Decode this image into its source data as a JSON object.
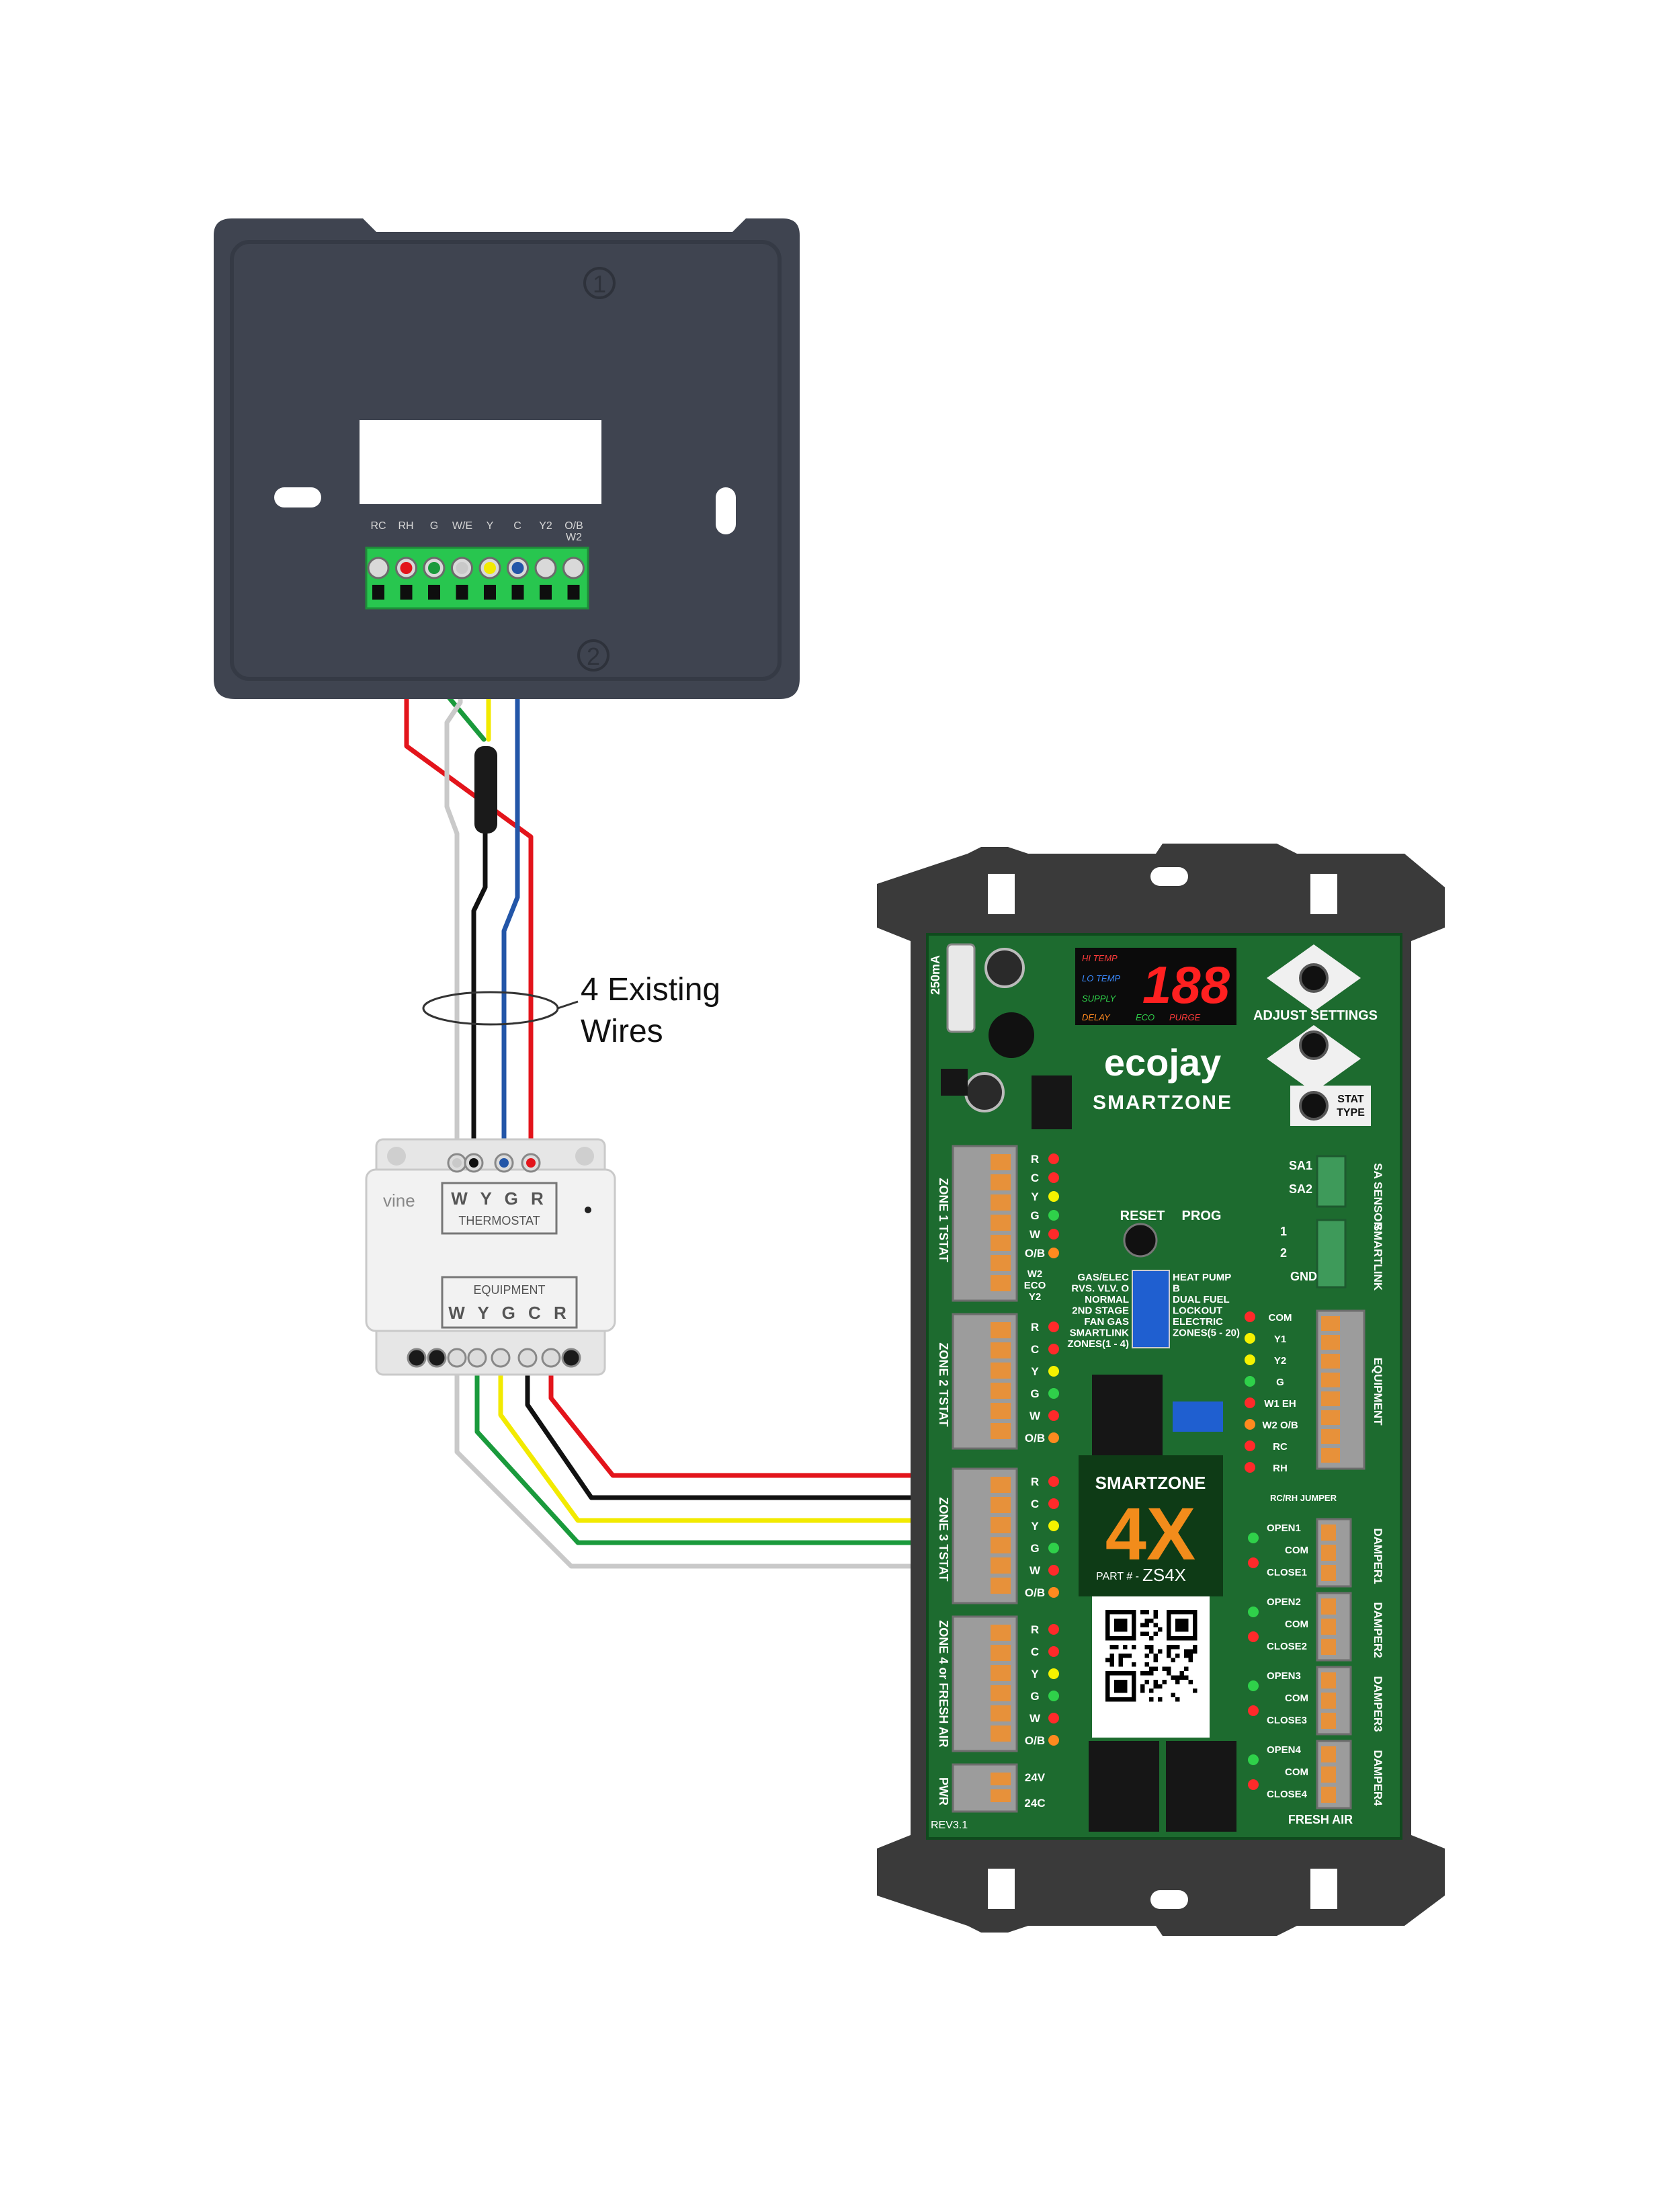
{
  "thermostat_plate": {
    "terminal_labels": [
      "RC",
      "RH",
      "G",
      "W/E",
      "Y",
      "C",
      "Y2",
      "O/B",
      "W2"
    ],
    "marker_top": "1",
    "marker_bottom": "2"
  },
  "annotation": {
    "line1": "4 Existing",
    "line2": "Wires"
  },
  "adapter": {
    "brand": "vine",
    "top_terminals": "W Y G R",
    "top_label": "THERMOSTAT",
    "bottom_label": "EQUIPMENT",
    "bottom_terminals": "W Y G C R"
  },
  "controller": {
    "brand": "ecojay",
    "product": "SMARTZONE",
    "display": "188",
    "status_leds": [
      "HI TEMP",
      "LO TEMP",
      "SUPPLY",
      "DELAY",
      "ECO",
      "PURGE"
    ],
    "buttons": {
      "adjust": "ADJUST",
      "settings": "SETTINGS",
      "stat_type_1": "STAT",
      "stat_type_2": "TYPE",
      "reset": "RESET",
      "prog": "PROG"
    },
    "fuse": "250mA",
    "zone_labels": [
      "ZONE 1 TSTAT",
      "ZONE 2 TSTAT",
      "ZONE 3 TSTAT",
      "ZONE 4 or FRESH AIR",
      "PWR"
    ],
    "zone_terminals": [
      "R",
      "C",
      "Y",
      "G",
      "W",
      "O/B"
    ],
    "zone1_extra": [
      "W2",
      "ECO",
      "Y2"
    ],
    "pwr_terminals": [
      "24V",
      "24C"
    ],
    "dip_left": [
      "GAS/ELEC",
      "RVS. VLV. O",
      "NORMAL",
      "2ND STAGE",
      "FAN GAS",
      "SMARTLINK",
      "ZONES(1 - 4)"
    ],
    "dip_right": [
      "HEAT PUMP",
      "B",
      "DUAL FUEL",
      "LOCKOUT",
      "ELECTRIC",
      "ZONES(5 - 20)"
    ],
    "sensor_labels": [
      "SA1",
      "SA2",
      "1",
      "2",
      "GND"
    ],
    "right_side_labels": [
      "SA SENSOR",
      "SMARTLINK",
      "EQUIPMENT",
      "DAMPER1",
      "DAMPER2",
      "DAMPER3",
      "DAMPER4"
    ],
    "equipment_terminals": [
      "COM",
      "Y1",
      "Y2",
      "G",
      "W1 EH",
      "W2 O/B",
      "RC",
      "RH"
    ],
    "jumper": "RC/RH JUMPER",
    "damper_terminals": [
      [
        "OPEN1",
        "COM",
        "CLOSE1"
      ],
      [
        "OPEN2",
        "COM",
        "CLOSE2"
      ],
      [
        "OPEN3",
        "COM",
        "CLOSE3"
      ],
      [
        "OPEN4",
        "COM",
        "CLOSE4"
      ]
    ],
    "fresh_air": "FRESH AIR",
    "badge_brand": "SMARTZONE",
    "badge_model": "4X",
    "part_label": "PART # -",
    "part_number": "ZS4X",
    "rev": "REV3.1"
  },
  "colors": {
    "wire_red": "#e3141b",
    "wire_green": "#1a9a3c",
    "wire_white": "#c9c9c9",
    "wire_yellow": "#f2ea00",
    "wire_blue": "#2356a8",
    "wire_black": "#111111",
    "plate": "#3f4450",
    "pcb": "#1d6b2f",
    "badge_orange": "#f28c1b"
  }
}
